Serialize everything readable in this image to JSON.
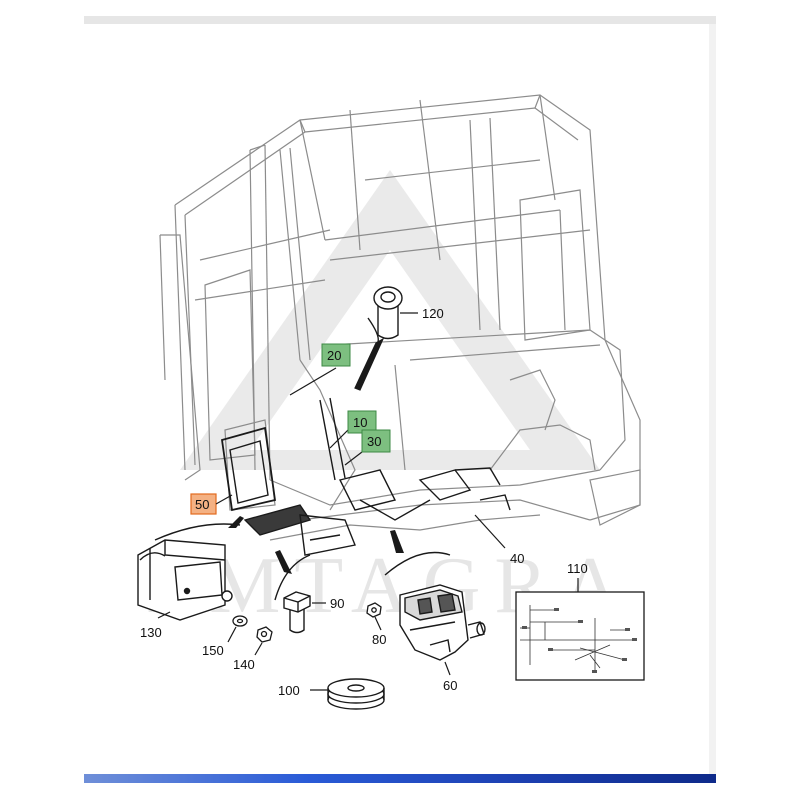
{
  "colors": {
    "highlight_green": "#7dbf80",
    "highlight_green_border": "#3d8a44",
    "highlight_orange": "#f4b183",
    "highlight_orange_border": "#e26b1f",
    "line": "#1a1a1a",
    "sketch": "#9a9a9a"
  },
  "watermark": {
    "text": "EMTAGRA"
  },
  "callouts": {
    "c120": "120",
    "c20": "20",
    "c10": "10",
    "c30": "30",
    "c50": "50",
    "c40": "40",
    "c110": "110",
    "c130": "130",
    "c90": "90",
    "c80": "80",
    "c150": "150",
    "c140": "140",
    "c60": "60",
    "c100": "100"
  }
}
